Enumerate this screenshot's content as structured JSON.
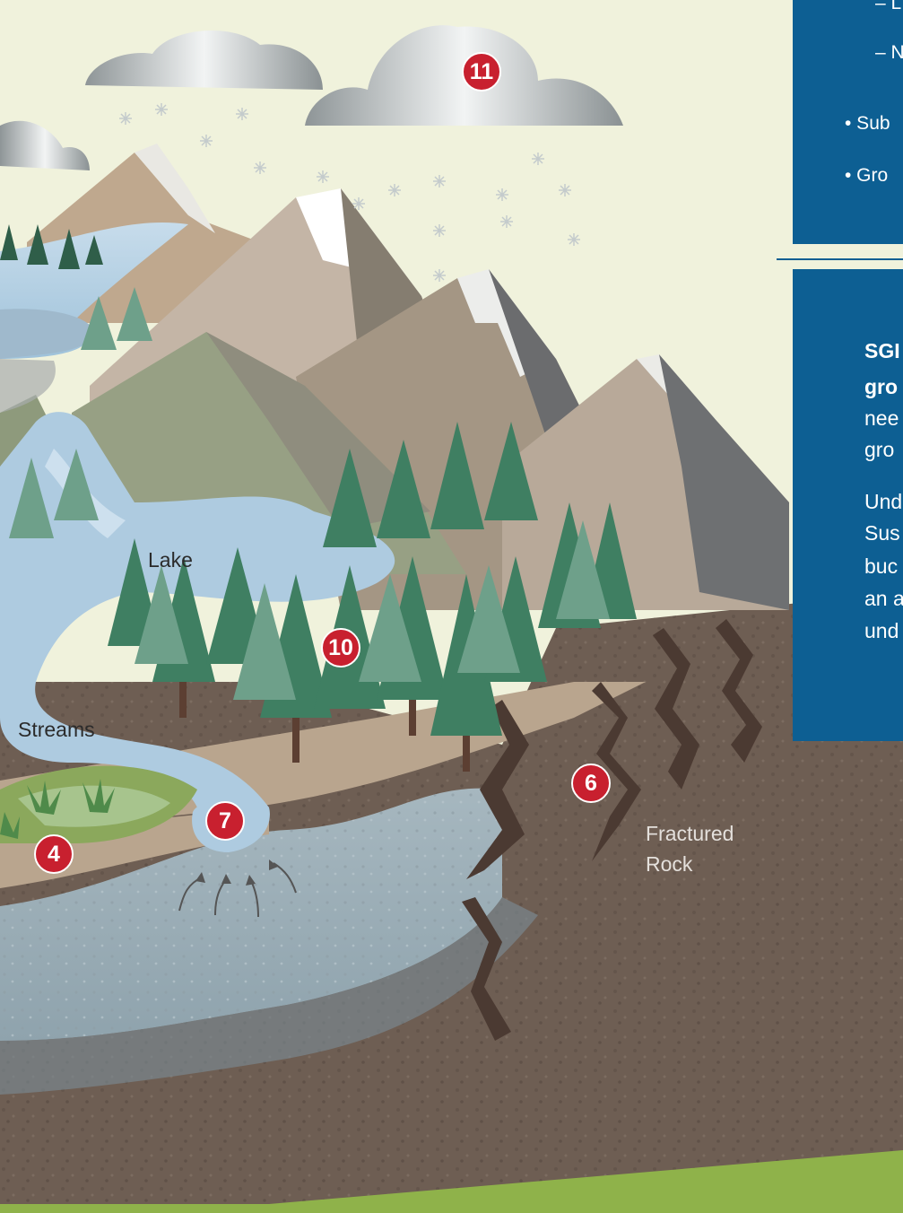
{
  "labels": {
    "lake": "Lake",
    "streams": "Streams",
    "fractured_rock_line1": "Fractured",
    "fractured_rock_line2": "Rock"
  },
  "markers": [
    "11",
    "10",
    "7",
    "6",
    "4"
  ],
  "panel_top": {
    "lines": [
      "– L",
      "– N",
      "• Sub",
      "• Gro"
    ]
  },
  "panel_bottom": {
    "lines": [
      "SGI",
      "gro",
      "nee",
      "gro",
      "Und",
      "Sus",
      "buc",
      "an a",
      "und"
    ]
  },
  "colors": {
    "sky": "#f0f2dc",
    "panel": "#0d5f93",
    "marker": "#c8202f",
    "water": "#a9c8dd",
    "bedrock": "#6e5e53",
    "forest": "#3f7f62"
  }
}
